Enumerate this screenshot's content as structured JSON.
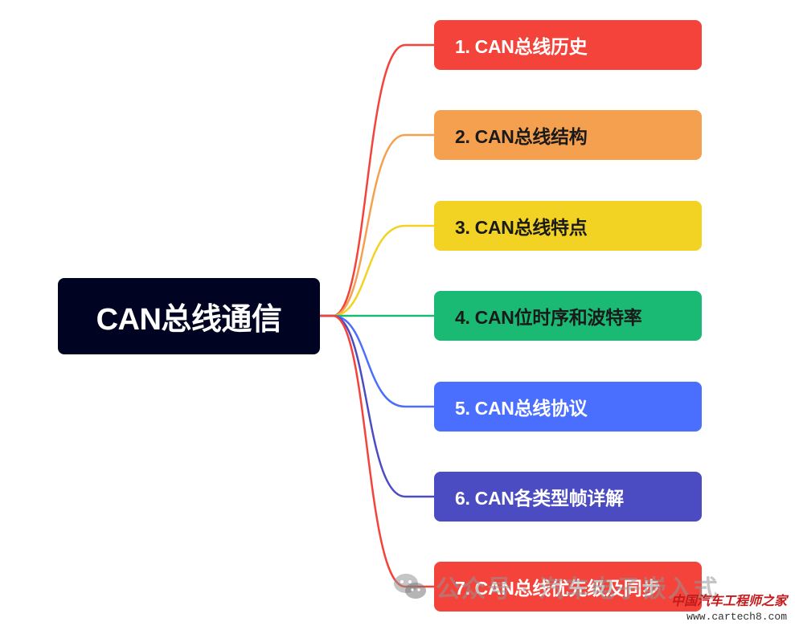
{
  "root": {
    "label": "CAN总线通信",
    "color": "#000422"
  },
  "branches": [
    {
      "label": "1. CAN总线历史",
      "color": "#F4433A",
      "text_color": "#ffffff"
    },
    {
      "label": "2. CAN总线结构",
      "color": "#F5A04E",
      "text_color": "#1a1a1a"
    },
    {
      "label": "3. CAN总线特点",
      "color": "#F2D323",
      "text_color": "#1a1a1a"
    },
    {
      "label": "4. CAN位时序和波特率",
      "color": "#1BBA74",
      "text_color": "#1a1a1a"
    },
    {
      "label": "5. CAN总线协议",
      "color": "#4A6FFF",
      "text_color": "#ffffff"
    },
    {
      "label": "6. CAN各类型帧详解",
      "color": "#4C4CC2",
      "text_color": "#ffffff"
    },
    {
      "label": "7. CAN总线优先级及同步",
      "color": "#F4433A",
      "text_color": "#ffffff"
    }
  ],
  "watermark": {
    "text": "公众号 · 汽车电子嵌入式",
    "icon": "wechat-icon"
  },
  "site_logo": {
    "name": "中国汽车工程师之家",
    "url": "www.cartech8.com"
  }
}
